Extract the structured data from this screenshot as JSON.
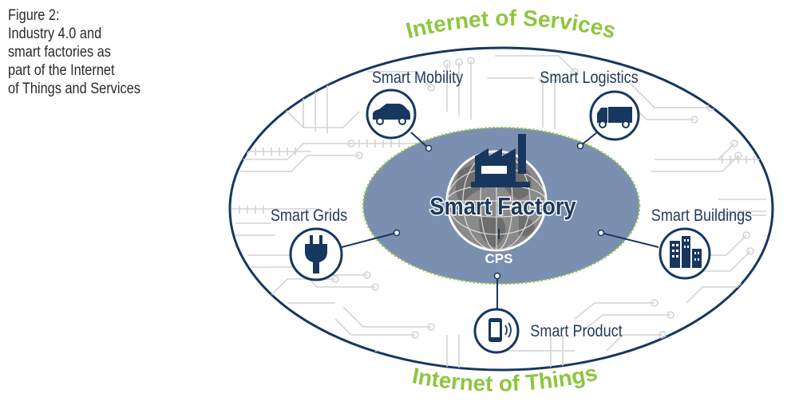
{
  "caption": {
    "lines": [
      "Figure 2:",
      "Industry 4.0 and",
      "smart factories as",
      "part of the Internet",
      "of Things and Services"
    ]
  },
  "diagram": {
    "top_arc_label": "Internet of Services",
    "bottom_arc_label": "Internet of Things",
    "center_label": "Smart Factory",
    "cps_label": "CPS",
    "nodes": [
      {
        "label": "Smart Mobility",
        "icon": "car-icon"
      },
      {
        "label": "Smart Logistics",
        "icon": "truck-icon"
      },
      {
        "label": "Smart Grids",
        "icon": "plug-icon"
      },
      {
        "label": "Smart Buildings",
        "icon": "buildings-icon"
      },
      {
        "label": "Smart Product",
        "icon": "smartphone-icon"
      }
    ],
    "center_icon": "factory-icon",
    "colors": {
      "navy": "#17375e",
      "green": "#8dc63f",
      "inner_fill": "#7b8fb0",
      "circuit": "#d7d7d7"
    }
  }
}
